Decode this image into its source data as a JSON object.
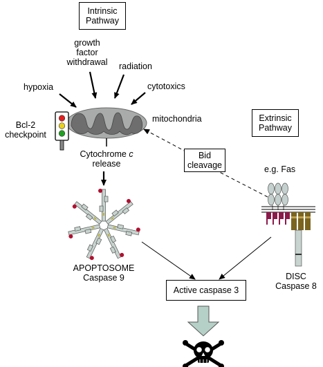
{
  "intrinsic_box": {
    "line1": "Intrinsic",
    "line2": "Pathway"
  },
  "extrinsic_box": {
    "line1": "Extrinsic",
    "line2": "Pathway"
  },
  "stimuli": {
    "growth1": "growth",
    "growth2": "factor",
    "growth3": "withdrawal",
    "radiation": "radiation",
    "hypoxia": "hypoxia",
    "cytotoxics": "cytotoxics"
  },
  "bcl2": {
    "line1": "Bcl-2",
    "line2": "checkpoint"
  },
  "mitochondria_label": "mitochondria",
  "cytochrome": {
    "line1_prefix": "Cytochrome",
    "line1_italic": "c",
    "line2": "release"
  },
  "bid_box": {
    "line1": "Bid",
    "line2": "cleavage"
  },
  "eg_fas": "e.g. Fas",
  "apoptosome": {
    "line1": "APOPTOSOME",
    "line2": "Caspase 9"
  },
  "disc": {
    "line1": "DISC",
    "line2": "Caspase 8"
  },
  "active_caspase": "Active caspase 3",
  "colors": {
    "mitochondria_outer": "#a9abab",
    "mitochondria_inner": "#6f6e6e",
    "caspase_arm": "#c8d4cf",
    "caspase_red": "#b01030",
    "fas_oval": "#c4d0cd",
    "disc_magenta": "#8a1a4a",
    "disc_olive": "#7a6420",
    "arrow_fill": "#b5d0c6",
    "traffic_red": "#e02020",
    "traffic_yellow": "#e8d020",
    "traffic_green": "#20a020"
  },
  "icons": {
    "death": "skull-crossbones-icon",
    "signal": "traffic-light-icon"
  }
}
